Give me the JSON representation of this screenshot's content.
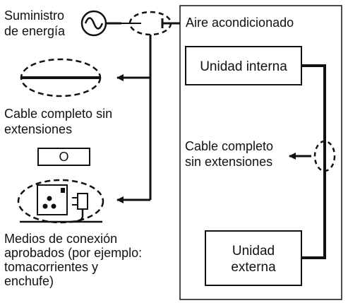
{
  "power": {
    "line1": "Suministro",
    "line2": "de energía"
  },
  "ac": {
    "title": "Aire acondicionado"
  },
  "indoor_unit": {
    "label": "Unidad interna"
  },
  "outdoor_unit": {
    "line1": "Unidad",
    "line2": "externa"
  },
  "left_cable": {
    "line1": "Cable completo sin",
    "line2": "extensiones"
  },
  "ok_symbol": "O",
  "right_cable": {
    "line1": "Cable completo",
    "line2": "sin extensiones"
  },
  "approved": {
    "line1": "Medios de conexión",
    "line2": "aprobados (por ejemplo:",
    "line3": "tomacorrientes y",
    "line4": "enchufe)"
  },
  "colors": {
    "line": "#111111",
    "background": "#ffffff"
  }
}
